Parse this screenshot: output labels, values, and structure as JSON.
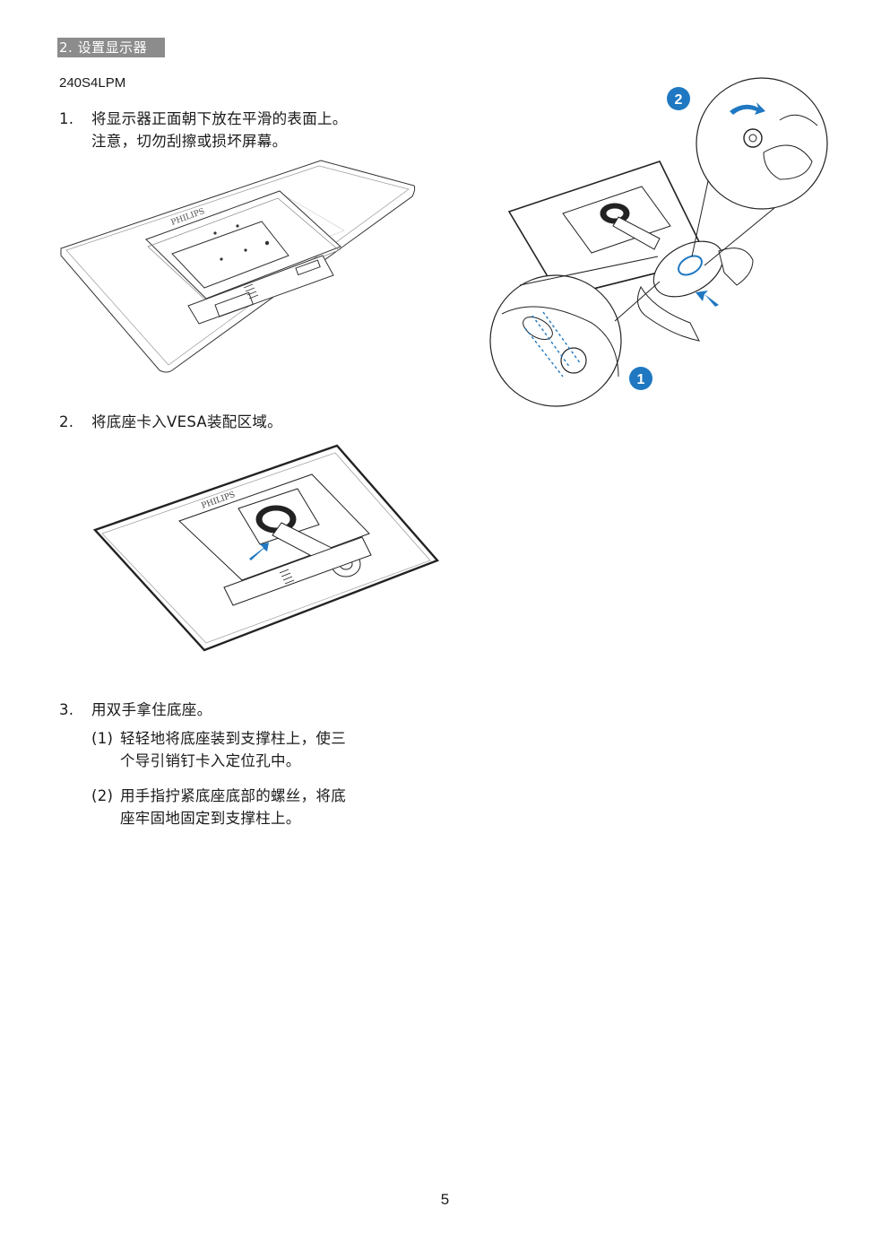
{
  "section": {
    "tag": "2. 设置显示器"
  },
  "model": "240S4LPM",
  "steps": [
    {
      "number": "1.",
      "lines": [
        "将显示器正面朝下放在平滑的表面上。",
        "注意，切勿刮擦或损坏屏幕。"
      ]
    },
    {
      "number": "2.",
      "lines": [
        "将底座卡入VESA装配区域。"
      ]
    },
    {
      "number": "3.",
      "lines": [
        "用双手拿住底座。"
      ]
    }
  ],
  "substeps": [
    {
      "number": "(1)",
      "lines": [
        "轻轻地将底座装到支撑柱上，使三",
        "个导引销钉卡入定位孔中。"
      ]
    },
    {
      "number": "(2)",
      "lines": [
        "用手指拧紧底座底部的螺丝，将底",
        "座牢固地固定到支撑柱上。"
      ]
    }
  ],
  "figure_labels": {
    "brand": "PHILIPS",
    "callout_1": "1",
    "callout_2": "2"
  },
  "colors": {
    "callout_blue": "#1f78c1",
    "line": "#333333",
    "tag_bg": "#8c8c8c"
  },
  "page_number": "5"
}
